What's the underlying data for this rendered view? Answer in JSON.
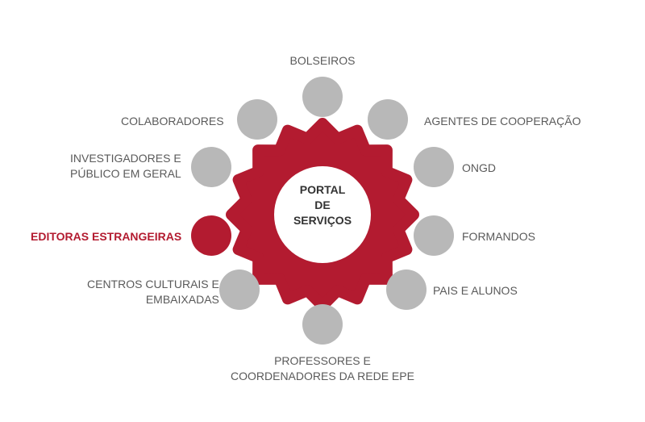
{
  "center": {
    "lines": [
      "PORTAL",
      "DE",
      "SERVIÇOS"
    ]
  },
  "colors": {
    "accent": "#b31b30",
    "node": "#b8b8b8",
    "text": "#5a5a5a"
  },
  "items": [
    {
      "id": "bolseiros",
      "lines": [
        "BOLSEIROS"
      ],
      "active": false
    },
    {
      "id": "agentes-de-cooperacao",
      "lines": [
        "AGENTES DE COOPERAÇÃO"
      ],
      "active": false
    },
    {
      "id": "ongd",
      "lines": [
        "ONGD"
      ],
      "active": false
    },
    {
      "id": "formandos",
      "lines": [
        "FORMANDOS"
      ],
      "active": false
    },
    {
      "id": "pais-e-alunos",
      "lines": [
        "PAIS E ALUNOS"
      ],
      "active": false
    },
    {
      "id": "professores-e-coordenadores",
      "lines": [
        "PROFESSORES E",
        "COORDENADORES DA REDE EPE"
      ],
      "active": false
    },
    {
      "id": "centros-culturais-e-embaixadas",
      "lines": [
        "CENTROS CULTURAIS E",
        "EMBAIXADAS"
      ],
      "active": false
    },
    {
      "id": "editoras-estrangeiras",
      "lines": [
        "EDITORAS ESTRANGEIRAS"
      ],
      "active": true
    },
    {
      "id": "investigadores-e-publico",
      "lines": [
        "INVESTIGADORES E",
        "PÚBLICO EM GERAL"
      ],
      "active": false
    },
    {
      "id": "colaboradores",
      "lines": [
        "COLABORADORES"
      ],
      "active": false
    }
  ]
}
